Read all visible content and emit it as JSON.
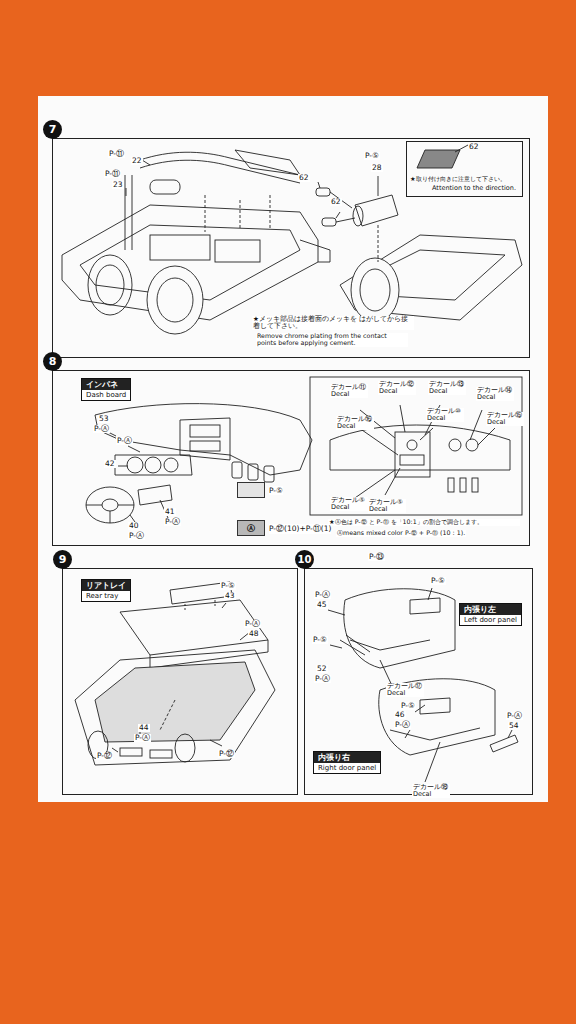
{
  "diagram": {
    "nodes": [
      {
        "text": [
          "7"
        ]
      },
      {
        "text": [
          "62",
          "★取り付け向きに注意して下さい。",
          "Attention to the direction."
        ],
        "in": 0
      },
      {
        "text": [
          "8"
        ]
      },
      {
        "text": [
          "インパネ",
          "Dash board"
        ],
        "in": 2
      },
      {
        "text": [
          "9"
        ]
      },
      {
        "text": [
          "リアトレイ",
          "Rear tray"
        ],
        "in": 4
      },
      {
        "text": [
          "10"
        ]
      },
      {
        "text": [
          "内張り左",
          "Left door panel"
        ],
        "in": 6
      },
      {
        "text": [
          "内張り右",
          "Right door panel"
        ],
        "in": 6
      }
    ],
    "labels": [
      "P-⑪",
      "22",
      "P-⑪",
      "23",
      "P-⑤",
      "28",
      "62",
      "62",
      "★メッキ部品は接着面のメッキを はがしてから接着して下さい。",
      "Remove chrome plating from the contact points before applying cement.",
      "53",
      "P-Ⓐ",
      "P-Ⓐ",
      "42",
      "41",
      "P-Ⓐ",
      "40",
      "P-Ⓐ",
      "Ⓐ",
      "★Ⓐ色は P-⑫ と P-⑪ を「10:1」の割合で調合します。",
      "Ⓐmeans mixed color P-⑫ + P-⑪ (10 : 1).",
      "デカール⑪ Decal",
      "デカール⑫ Decal",
      "デカール⑬ Decal",
      "デカール⑭ Decal",
      "デカール⑯ Decal",
      "デカール⑩ Decal",
      "デカール⑮ Decal",
      "デカール⑤ Decal",
      "デカール⑤ Decal",
      "P-⑤",
      "43",
      "P-Ⓐ",
      "48",
      "P-⑫",
      "44",
      "P-Ⓐ",
      "P-⑫",
      "P-⑬",
      "P-Ⓐ",
      "45",
      "P-⑤",
      "P-⑤",
      "52",
      "P-Ⓐ",
      "デカール⑰ Decal",
      "P-⑤",
      "46",
      "P-Ⓐ",
      "P-Ⓐ",
      "54",
      "デカール⑱ Decal"
    ],
    "legend": [
      {
        "text": "P-⑤",
        "color": "#e4e4e4"
      },
      {
        "text": "P-⑫(10)+P-⑪(1)",
        "color": "#b8b8b8"
      }
    ]
  }
}
